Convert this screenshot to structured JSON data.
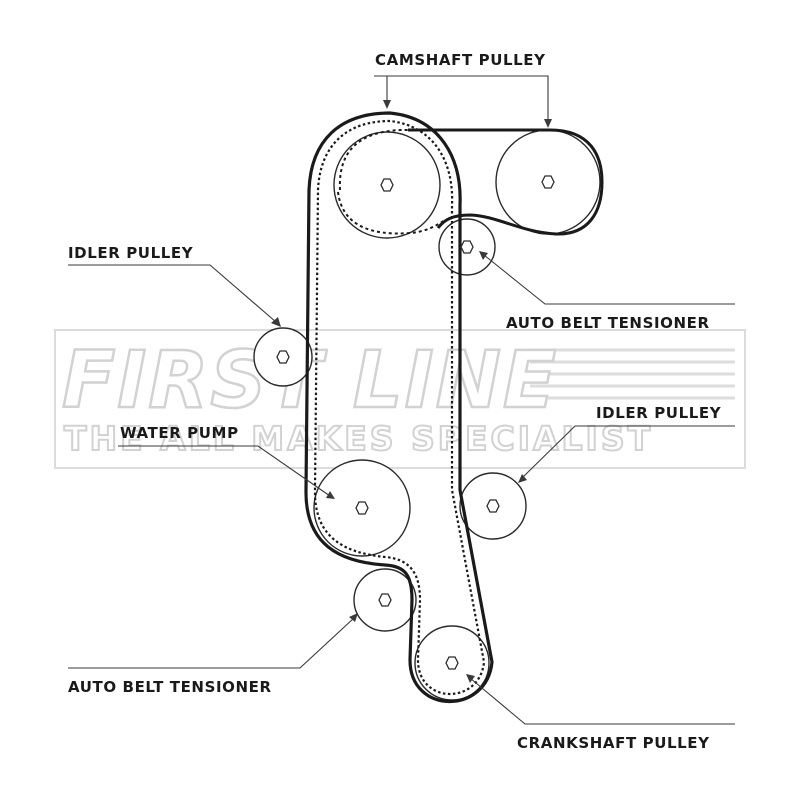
{
  "watermark": {
    "brand": "FIRST LINE",
    "tagline": "THE ALL MAKES SPECIALIST"
  },
  "labels": {
    "camshaft_pulley": "CAMSHAFT PULLEY",
    "idler_pulley_left": "IDLER PULLEY",
    "auto_belt_tensioner_top": "AUTO BELT TENSIONER",
    "idler_pulley_right": "IDLER PULLEY",
    "water_pump": "WATER PUMP",
    "auto_belt_tensioner_bottom": "AUTO BELT TENSIONER",
    "crankshaft_pulley": "CRANKSHAFT PULLEY"
  },
  "colors": {
    "line": "#1a1a1a",
    "water_pump_fill": "#d0d0d0",
    "watermark_stroke": "#d2d2d2"
  }
}
